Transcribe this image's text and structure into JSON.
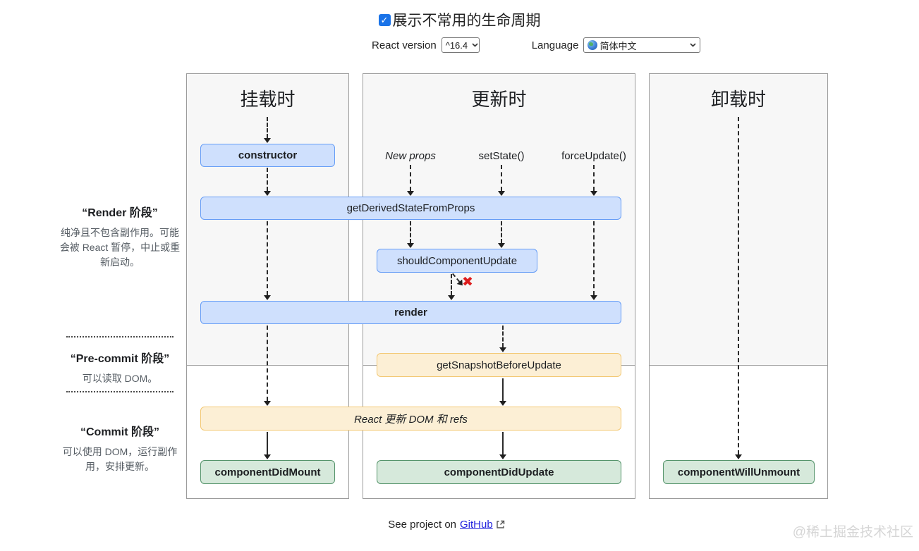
{
  "header": {
    "toggle_label": "展示不常用的生命周期",
    "toggle_checked": true,
    "react_version_label": "React version",
    "react_version_value": "^16.4",
    "language_label": "Language",
    "language_value": "简体中文"
  },
  "columns": {
    "mounting": {
      "title": "挂载时"
    },
    "updating": {
      "title": "更新时",
      "triggers": [
        "New props",
        "setState()",
        "forceUpdate()"
      ]
    },
    "unmounting": {
      "title": "卸载时"
    }
  },
  "nodes": {
    "constructor": "constructor",
    "getDerivedStateFromProps": "getDerivedStateFromProps",
    "shouldComponentUpdate": "shouldComponentUpdate",
    "render": "render",
    "getSnapshotBeforeUpdate": "getSnapshotBeforeUpdate",
    "reactUpdatesDom": "React 更新 DOM 和 refs",
    "componentDidMount": "componentDidMount",
    "componentDidUpdate": "componentDidUpdate",
    "componentWillUnmount": "componentWillUnmount"
  },
  "cancel_mark": "✖",
  "phases": {
    "render": {
      "title": "“Render 阶段”",
      "desc": "纯净且不包含副作用。可能会被 React 暂停，中止或重新启动。"
    },
    "pre_commit": {
      "title": "“Pre-commit 阶段”",
      "desc": "可以读取 DOM。"
    },
    "commit": {
      "title": "“Commit 阶段”",
      "desc": "可以使用 DOM，运行副作用，安排更新。"
    }
  },
  "footer": {
    "prefix": "See project on",
    "link_label": "GitHub"
  },
  "watermark": "@稀土掘金技术社区",
  "colors": {
    "node_blue_bg": "#cfe0fd",
    "node_blue_border": "#669df6",
    "node_orange_bg": "#fcefd5",
    "node_orange_border": "#f3c873",
    "node_green_bg": "#d6e9db",
    "node_green_border": "#55946b",
    "column_gray_bg": "#f7f7f7",
    "checkbox_accent": "#1a73e8",
    "link_blue": "#2222dd",
    "cancel_red": "#dd1d1d"
  }
}
